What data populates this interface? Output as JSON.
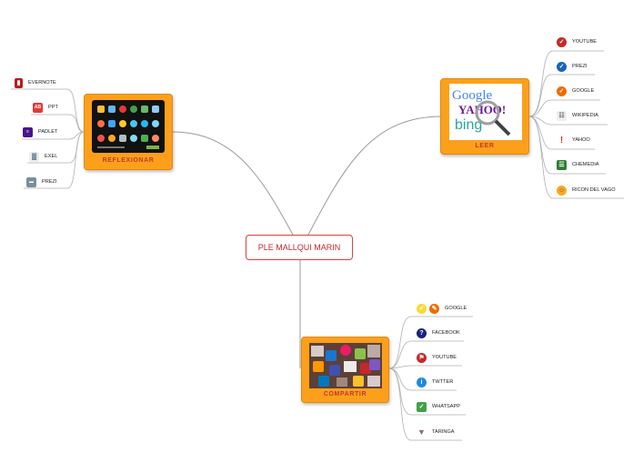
{
  "central": {
    "label": "PLE MALLQUI MARIN"
  },
  "topics": {
    "reflexionar": {
      "label": "REFLEXIONAR"
    },
    "leer": {
      "label": "LEER"
    },
    "compartir": {
      "label": "COMPARTIR"
    }
  },
  "reflexionar_items": [
    {
      "label": "EVERNOTE",
      "icon": "evernote-icon",
      "color": "#b71c1c"
    },
    {
      "label": "PPT",
      "icon": "ppt-icon",
      "color": "#e53935"
    },
    {
      "label": "PADLET",
      "icon": "padlet-icon",
      "color": "#4a148c"
    },
    {
      "label": "EXEL",
      "icon": "chart-icon",
      "color": "#607d8b"
    },
    {
      "label": "PREZI",
      "icon": "prezi-icon",
      "color": "#78909c"
    }
  ],
  "leer_items": [
    {
      "label": "YOUTUBE",
      "icon": "check-icon",
      "color": "#c62828"
    },
    {
      "label": "PREZI",
      "icon": "check-icon",
      "color": "#1565c0"
    },
    {
      "label": "GOOGLE",
      "icon": "check-icon",
      "color": "#ef6c00"
    },
    {
      "label": "WIKIPEDIA",
      "icon": "book-icon",
      "color": "#555555"
    },
    {
      "label": "YAHOO",
      "icon": "exclamation-icon",
      "color": "#d32f2f"
    },
    {
      "label": "CHEMEDIA",
      "icon": "books-icon",
      "color": "#2e7d32"
    },
    {
      "label": "RICON DEL VAGO",
      "icon": "smiley-icon",
      "color": "#f9a825"
    }
  ],
  "leer_image": {
    "words": [
      "Google",
      "YAHOO!",
      "bing"
    ]
  },
  "compartir_items": [
    {
      "label": "GOOGLE",
      "icon": "check-orange-icon",
      "color": "#f9a825"
    },
    {
      "label": "FACEBOOK",
      "icon": "question-icon",
      "color": "#1a237e"
    },
    {
      "label": "YOUTUBE",
      "icon": "flag-icon",
      "color": "#c62828"
    },
    {
      "label": "TWTTER",
      "icon": "info-icon",
      "color": "#1e88e5"
    },
    {
      "label": "WHATSAPP",
      "icon": "checkbox-icon",
      "color": "#43a047"
    },
    {
      "label": "TARINGA",
      "icon": "icecream-icon",
      "color": "#8d6e63"
    }
  ]
}
